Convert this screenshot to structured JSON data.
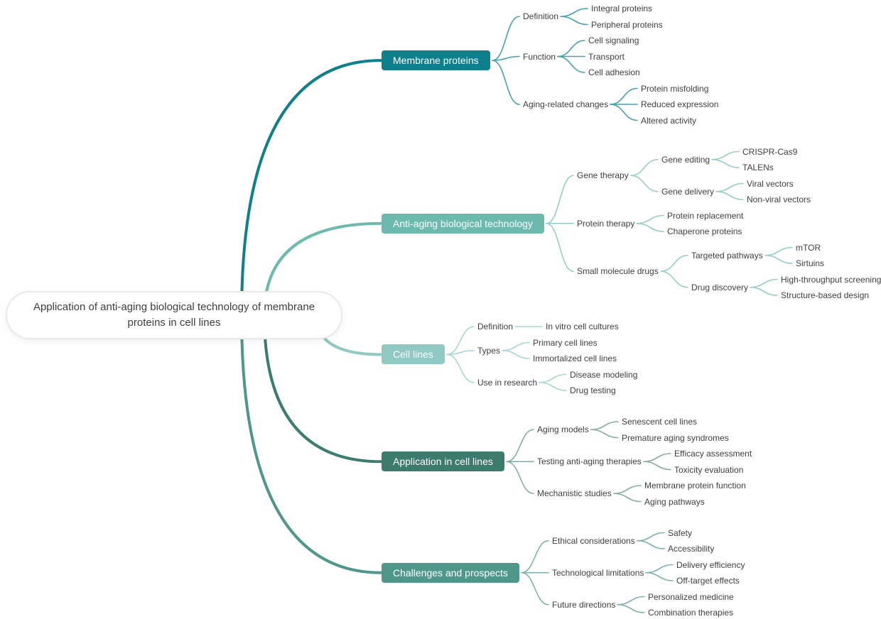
{
  "mindmap": {
    "root": {
      "label": "Application of anti-aging biological technology of membrane proteins in cell lines"
    },
    "branches": [
      {
        "label": "Membrane proteins",
        "box_color": "#0e7f8c",
        "line_color": "#43a2ab",
        "children": [
          {
            "label": "Definition",
            "children": [
              {
                "label": "Integral proteins"
              },
              {
                "label": "Peripheral proteins"
              }
            ]
          },
          {
            "label": "Function",
            "children": [
              {
                "label": "Cell signaling"
              },
              {
                "label": "Transport"
              },
              {
                "label": "Cell adhesion"
              }
            ]
          },
          {
            "label": "Aging-related changes",
            "children": [
              {
                "label": "Protein misfolding"
              },
              {
                "label": "Reduced expression"
              },
              {
                "label": "Altered activity"
              }
            ]
          }
        ]
      },
      {
        "label": "Anti-aging biological technology",
        "box_color": "#6cb9ae",
        "line_color": "#93cfc8",
        "children": [
          {
            "label": "Gene therapy",
            "children": [
              {
                "label": "Gene editing",
                "children": [
                  {
                    "label": "CRISPR-Cas9"
                  },
                  {
                    "label": "TALENs"
                  }
                ]
              },
              {
                "label": "Gene delivery",
                "children": [
                  {
                    "label": "Viral vectors"
                  },
                  {
                    "label": "Non-viral vectors"
                  }
                ]
              }
            ]
          },
          {
            "label": "Protein therapy",
            "children": [
              {
                "label": "Protein replacement"
              },
              {
                "label": "Chaperone proteins"
              }
            ]
          },
          {
            "label": "Small molecule drugs",
            "children": [
              {
                "label": "Targeted pathways",
                "children": [
                  {
                    "label": "mTOR"
                  },
                  {
                    "label": "Sirtuins"
                  }
                ]
              },
              {
                "label": "Drug discovery",
                "children": [
                  {
                    "label": "High-throughput screening"
                  },
                  {
                    "label": "Structure-based design"
                  }
                ]
              }
            ]
          }
        ]
      },
      {
        "label": "Cell lines",
        "box_color": "#90c8c2",
        "line_color": "#a9d7d2",
        "children": [
          {
            "label": "Definition",
            "children": [
              {
                "label": "In vitro cell cultures"
              }
            ]
          },
          {
            "label": "Types",
            "children": [
              {
                "label": "Primary cell lines"
              },
              {
                "label": "Immortalized cell lines"
              }
            ]
          },
          {
            "label": "Use in research",
            "children": [
              {
                "label": "Disease modeling"
              },
              {
                "label": "Drug testing"
              }
            ]
          }
        ]
      },
      {
        "label": "Application in cell lines",
        "box_color": "#3e7b6f",
        "line_color": "#87aca4",
        "children": [
          {
            "label": "Aging models",
            "children": [
              {
                "label": "Senescent cell lines"
              },
              {
                "label": "Premature aging syndromes"
              }
            ]
          },
          {
            "label": "Testing anti-aging therapies",
            "children": [
              {
                "label": "Efficacy assessment"
              },
              {
                "label": "Toxicity evaluation"
              }
            ]
          },
          {
            "label": "Mechanistic studies",
            "children": [
              {
                "label": "Membrane protein function"
              },
              {
                "label": "Aging pathways"
              }
            ]
          }
        ]
      },
      {
        "label": "Challenges and prospects",
        "box_color": "#4f968b",
        "line_color": "#7ab3ab",
        "children": [
          {
            "label": "Ethical considerations",
            "children": [
              {
                "label": "Safety"
              },
              {
                "label": "Accessibility"
              }
            ]
          },
          {
            "label": "Technological limitations",
            "children": [
              {
                "label": "Delivery efficiency"
              },
              {
                "label": "Off-target effects"
              }
            ]
          },
          {
            "label": "Future directions",
            "children": [
              {
                "label": "Personalized medicine"
              },
              {
                "label": "Combination therapies"
              }
            ]
          }
        ]
      }
    ]
  }
}
